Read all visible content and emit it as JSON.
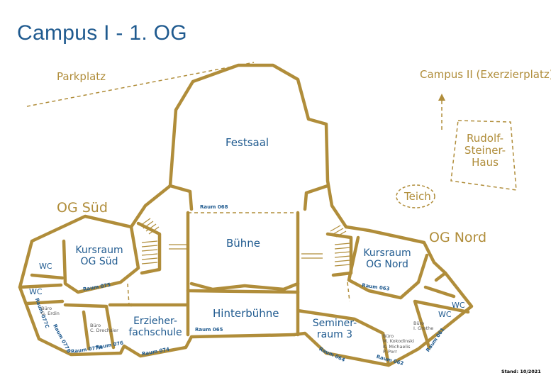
{
  "title": "Campus I - 1. OG",
  "colors": {
    "title": "#1f5a8f",
    "wall": "#b08d3a",
    "room_label": "#1f5a8f",
    "landmark_label": "#b08d3a"
  },
  "landmarks": {
    "parkplatz": "Parkplatz",
    "campus_ii": "Campus II (Exerzierplatz)",
    "rudolf_steiner_haus": [
      "Rudolf-",
      "Steiner-",
      "Haus"
    ],
    "teich": "Teich"
  },
  "wings": {
    "sued": "OG Süd",
    "nord": "OG Nord"
  },
  "rooms": {
    "festsaal": "Festsaal",
    "buehne": "Bühne",
    "hinterbuehne": "Hinterbühne",
    "kursraum_sued": [
      "Kursraum",
      "OG Süd"
    ],
    "kursraum_nord": [
      "Kursraum",
      "OG Nord"
    ],
    "erzieherfachschule": [
      "Erzieher-",
      "fachschule"
    ],
    "seminarraum_3": [
      "Seminer-",
      "raum 3"
    ],
    "wc_sued_1": "WC",
    "wc_sued_2": "WC",
    "wc_nord_1": "WC",
    "wc_nord_2": "WC"
  },
  "room_numbers": {
    "r068": "Raum 068",
    "r075": "Raum 075",
    "r063": "Raum 063",
    "r065": "Raum 065",
    "r064": "Raum 064",
    "r074": "Raum 074",
    "r076": "Raum 076",
    "r077a": "Raum 077A",
    "r077b": "Raum 077B",
    "r077c": "Raum 077C",
    "r062": "Raum 062",
    "r061": "Raum 061"
  },
  "offices": {
    "erdin": [
      "Büro",
      "G. Erdin"
    ],
    "drechsler": [
      "Büro",
      "C. Drechsler"
    ],
    "grothe": [
      "Büro",
      "I. Grothe"
    ],
    "kokodinski": [
      "Büro",
      "M. Kokodinski",
      "K. Michaelis",
      "P. Porr"
    ]
  },
  "stand": "Stand: 10/2021"
}
